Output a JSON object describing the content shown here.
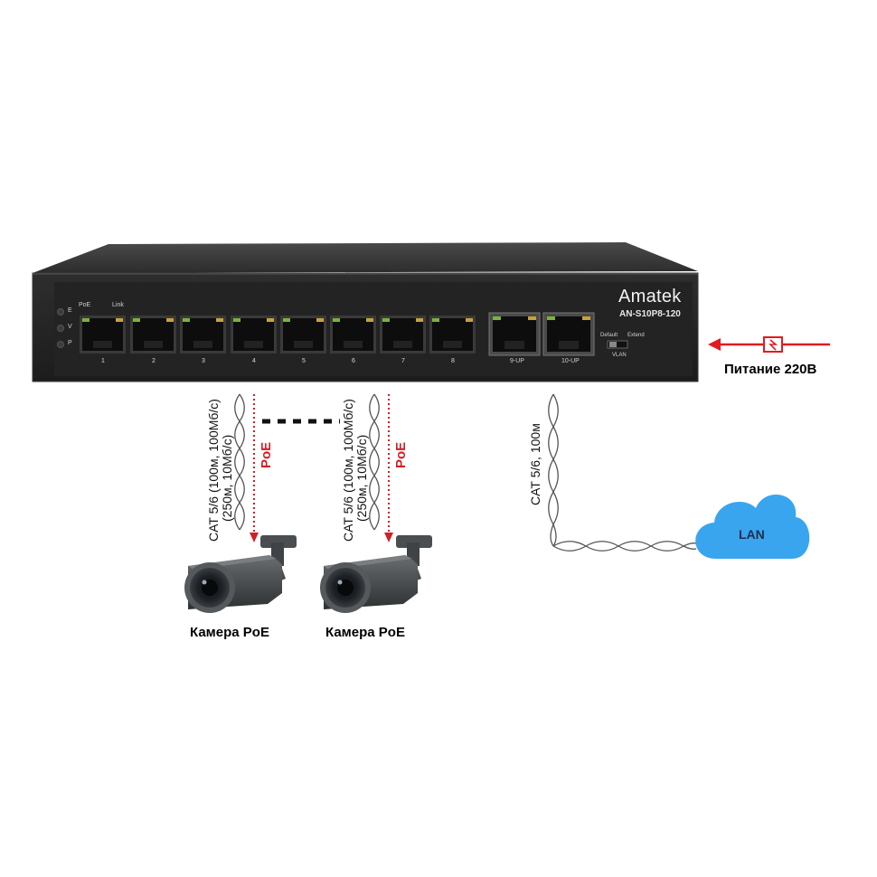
{
  "device": {
    "brand": "Amatek",
    "model": "AN-S10P8-120",
    "led_labels": [
      "E",
      "V",
      "P"
    ],
    "poe_label": "PoE",
    "link_label": "Link",
    "ports": [
      "1",
      "2",
      "3",
      "4",
      "5",
      "6",
      "7",
      "8"
    ],
    "uplinks": [
      "9-UP",
      "10-UP"
    ],
    "switch_labels": {
      "left": "Default",
      "right": "Extend",
      "bottom": "VLAN"
    }
  },
  "power": {
    "label": "Питание 220В"
  },
  "cables": {
    "camera_cable": {
      "line1": "CAT 5/6 (100м, 100Мб/с)",
      "line2": "(250м, 10Мб/с)"
    },
    "poe_label": "PoE",
    "lan_cable": "CAT 5/6, 100м"
  },
  "cameras": [
    {
      "label": "Камера PoE"
    },
    {
      "label": "Камера PoE"
    }
  ],
  "cloud": {
    "label": "LAN"
  },
  "colors": {
    "chassis": "#2b2b2b",
    "panel": "#222222",
    "cloud": "#3aa5ef",
    "poe_arrow": "#d21f26",
    "power_arrow": "#e11b22",
    "cable": "#555555"
  }
}
